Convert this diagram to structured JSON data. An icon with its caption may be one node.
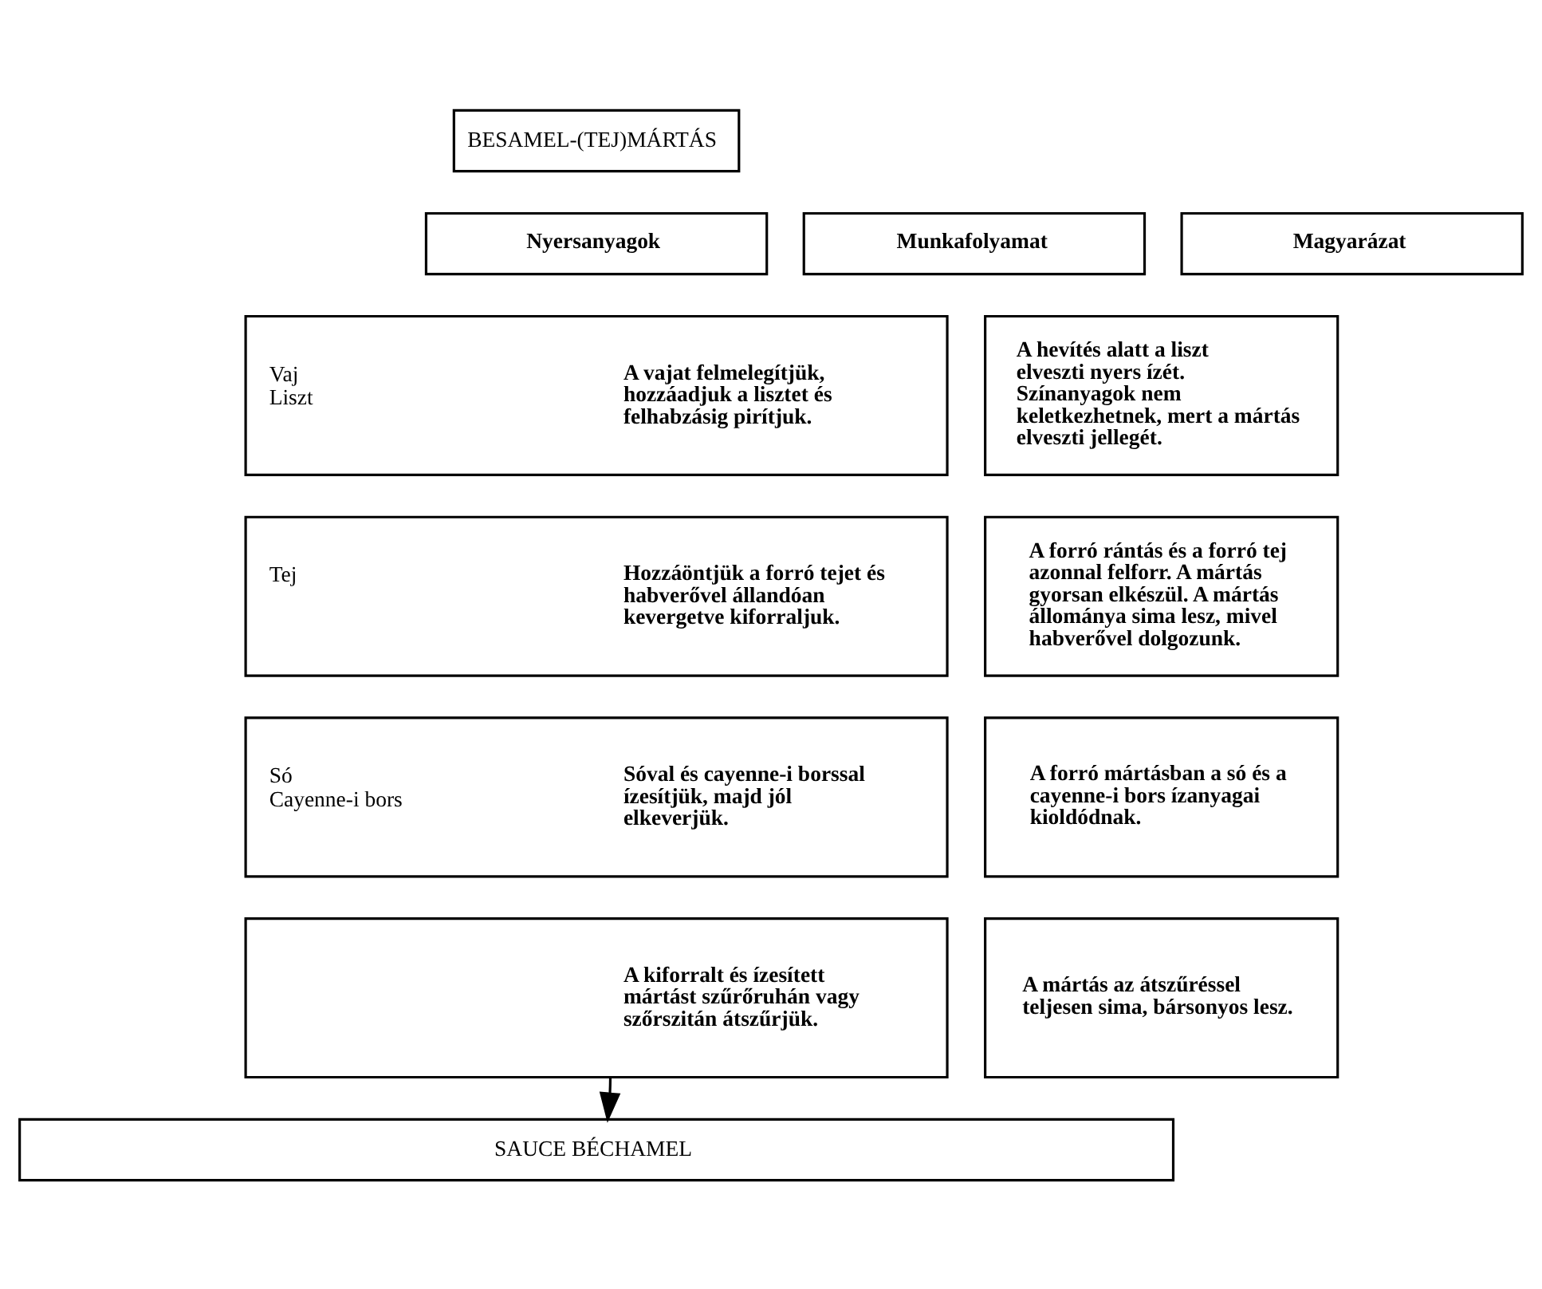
{
  "diagram": {
    "nodes": [
      {
        "text": [
          "BESAMEL-(TEJ)MÁRTÁS"
        ]
      },
      {
        "text": [
          "Nyersanyagok"
        ]
      },
      {
        "text": [
          "Munkafolyamat"
        ]
      },
      {
        "text": [
          "Magyarázat"
        ]
      },
      {
        "text": [
          "Vaj Liszt",
          "A vajat felmelegítjük, hozzáadjuk a lisztet és felhabzásig pirítjuk."
        ]
      },
      {
        "text": [
          "A hevítés alatt a liszt elveszti nyers ízét. Színanyagok nem keletkezhetnek, mert a mártás elveszti jellegét."
        ]
      },
      {
        "text": [
          "Tej",
          "Hozzáöntjük a forró tejet és habverővel állandóan kevergetve kiforraljuk."
        ]
      },
      {
        "text": [
          "A forró rántás és a forró tej azonnal felforr. A mártás gyorsan elkészül. A mártás állománya sima lesz, mivel habverővel dolgozunk."
        ]
      },
      {
        "text": [
          "Só Cayenne-i bors",
          "Sóval és cayenne-i borssal ízesítjük, majd jól elkeverjük."
        ]
      },
      {
        "text": [
          "A forró mártásban a só és a cayenne-i bors ízanyagai kioldódnak."
        ]
      },
      {
        "text": [
          "A kiforralt és ízesített mártást szűrőruhán vagy szőrszitán átszűrjük."
        ]
      },
      {
        "text": [
          "A mártás az átszűréssel teljesen sima, bársonyos lesz."
        ]
      },
      {
        "text": [
          "SAUCE BÉCHAMEL"
        ]
      }
    ],
    "edges": [
      {
        "from": 10,
        "to": 12,
        "arrow": "to"
      }
    ]
  }
}
